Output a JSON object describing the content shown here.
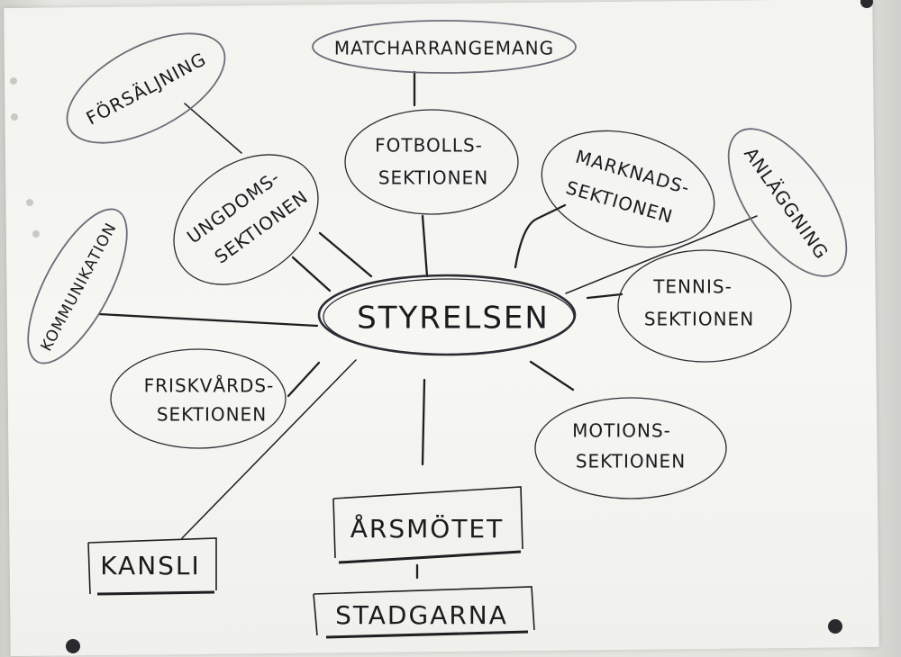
{
  "center": "STYRELSEN",
  "nodes": {
    "matcharrangemang": "MATCHARRANGEMANG",
    "forsaljning": "FÖRSÄLJNING",
    "fotbolls": [
      "FOTBOLLS-",
      "SEKTIONEN"
    ],
    "marknads": [
      "MARKNADS-",
      "SEKTIONEN"
    ],
    "anlaggning": "ANLÄGGNING",
    "ungdoms": [
      "UNGDOMS-",
      "SEKTIONEN"
    ],
    "kommunikation": "KOMMUNIKATION",
    "tennis": [
      "TENNIS-",
      "SEKTIONEN"
    ],
    "friskvards": [
      "FRISKVÅRDS-",
      "SEKTIONEN"
    ],
    "motions": [
      "MOTIONS-",
      "SEKTIONEN"
    ],
    "kansli": "KANSLI",
    "arsmotet": "ÅRSMÖTET",
    "stadgarna": "STADGARNA"
  },
  "style": {
    "ink": "#1f1f22",
    "paper": "#f5f5f2",
    "oval_gray": "#6c6c78"
  }
}
